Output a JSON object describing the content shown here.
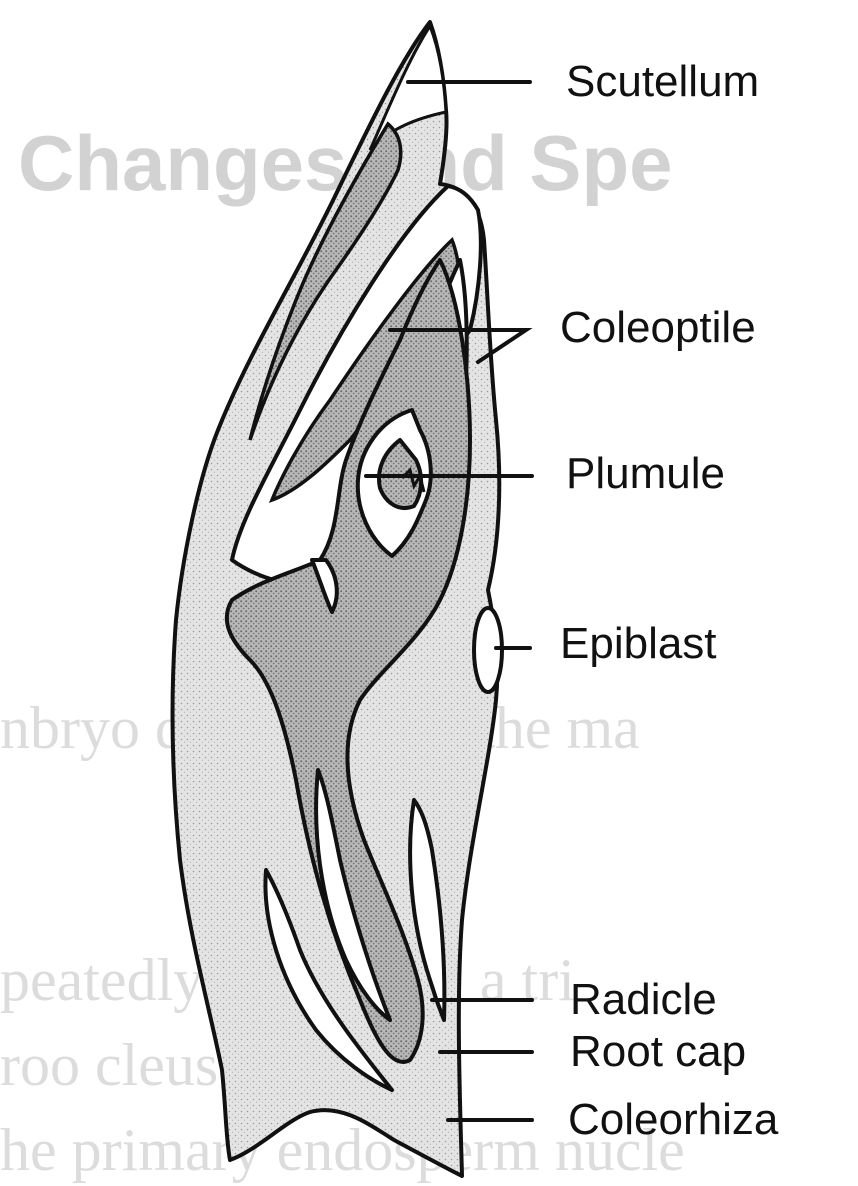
{
  "background_text": {
    "heading": "Changes and Spe",
    "line1": "nbryo developme        d the ma",
    "line2": "peatedly by mito          m a tri",
    "line3": "roo    cleus              used f",
    "line4": "he primary endosperm nucle"
  },
  "labels": {
    "scutellum": "Scutellum",
    "coleoptile": "Coleoptile",
    "plumule": "Plumule",
    "epiblast": "Epiblast",
    "radicle": "Radicle",
    "root_cap": "Root cap",
    "coleorhiza": "Coleorhiza"
  },
  "colors": {
    "light_tissue": "#dedede",
    "dark_tissue": "#a9a9a9",
    "outline": "#111111"
  }
}
